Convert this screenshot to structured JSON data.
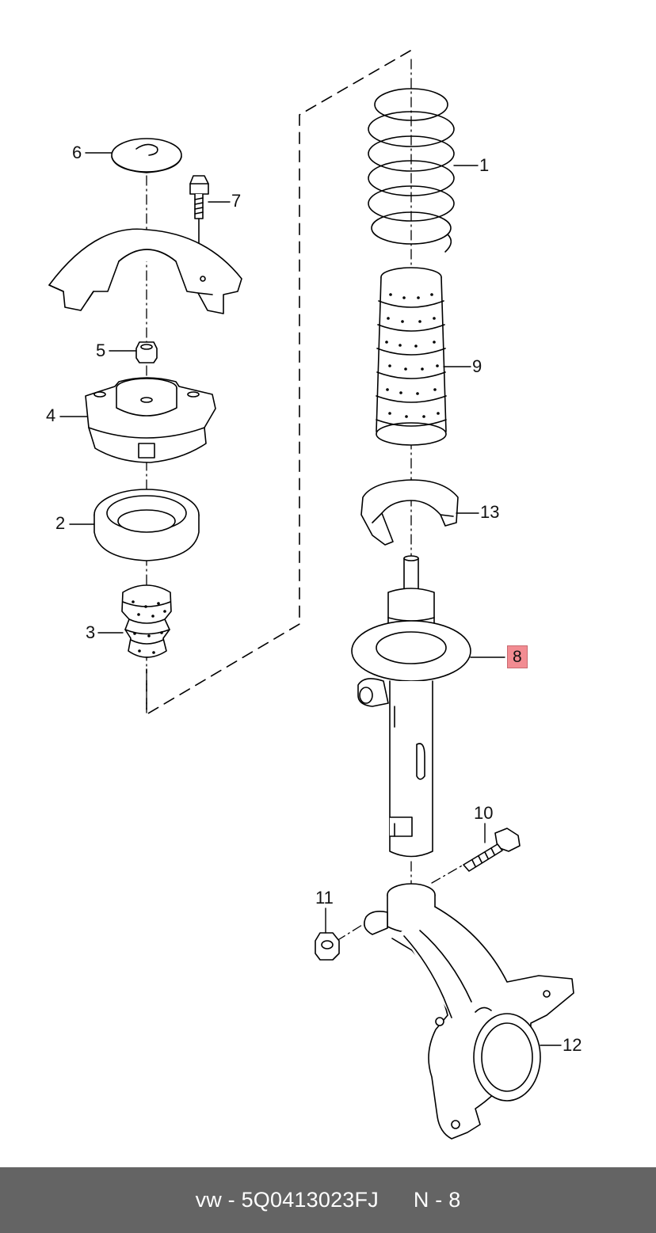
{
  "callouts": {
    "c1": "1",
    "c2": "2",
    "c3": "3",
    "c4": "4",
    "c5": "5",
    "c6": "6",
    "c7": "7",
    "c8": "8",
    "c9": "9",
    "c10": "10",
    "c11": "11",
    "c12": "12",
    "c13": "13"
  },
  "highlight_color": "#f28c92",
  "footer": {
    "part_label": "vw - 5Q0413023FJ",
    "page_label": "N - 8",
    "background": "#646464"
  }
}
